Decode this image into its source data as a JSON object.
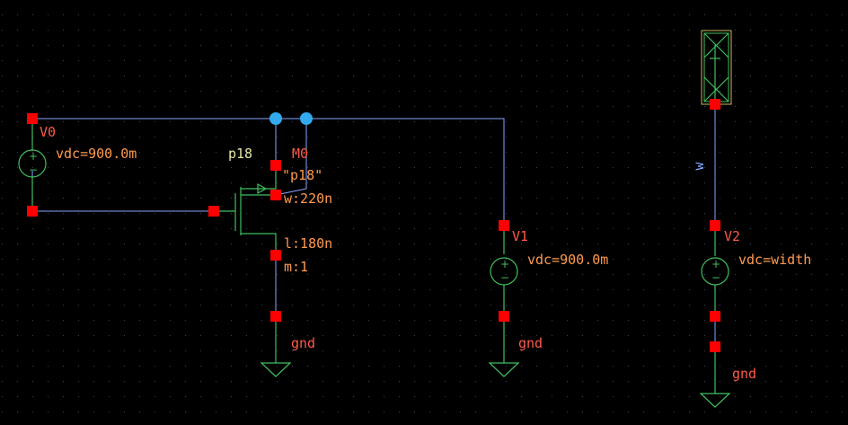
{
  "colors": {
    "background": "#000000",
    "wire": "#8aa4ff",
    "component": "#3fbf5f",
    "pin": "#ff0000",
    "junction": "#33aaee",
    "instance_label": "#ff5a4a",
    "param_label": "#ff9a50",
    "model_label": "#e6e6a0",
    "net_label": "#7fa7ff"
  },
  "v0": {
    "name": "V0",
    "param": "vdc=900.0m"
  },
  "m0": {
    "model": "p18",
    "name": "M0",
    "model_quoted": "\"p18\"",
    "width": "w:220n",
    "length": "l:180n",
    "multiplier": "m:1"
  },
  "v1": {
    "name": "V1",
    "param": "vdc=900.0m"
  },
  "v2": {
    "name": "V2",
    "param": "vdc=width"
  },
  "net_w": "w",
  "gnd_labels": [
    "gnd",
    "gnd",
    "gnd"
  ],
  "source_symbol": {
    "plus": "+",
    "minus": "−"
  }
}
